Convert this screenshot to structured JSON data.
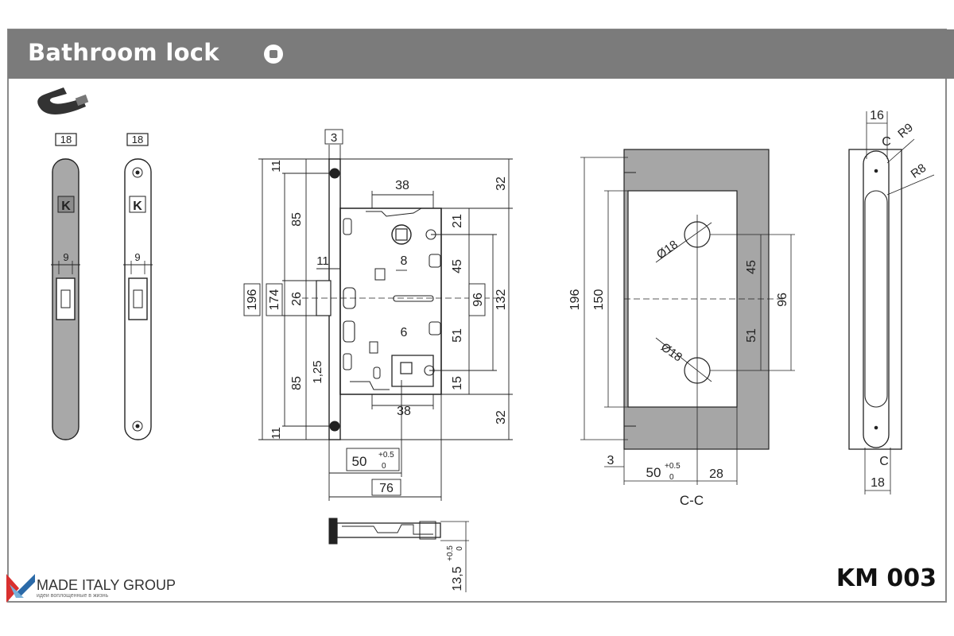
{
  "header": {
    "title": "Bathroom lock",
    "icon": "stop-circle-icon"
  },
  "footer": {
    "brand_name": "MADE ITALY GROUP",
    "brand_tagline": "идеи воплощенные в жизнь",
    "model": "KM 003"
  },
  "colors": {
    "header_bg": "#7b7b7b",
    "plate_fill": "#a8a8a8",
    "section_fill": "#a6a6a6"
  },
  "faceplates": {
    "width_label": "18",
    "strike_label": "9",
    "logo_letter": "K"
  },
  "front_view": {
    "top_box": "3",
    "hub_spacing": "38",
    "hub_gap": "8",
    "latch_offset": "11",
    "bolt_gap": "6",
    "bottom_spacing": "38",
    "left_top": "11",
    "left_85a": "85",
    "left_26": "26",
    "left_85b": "85",
    "left_bottom": "11",
    "left_125": "1,25",
    "box_196": "196",
    "box_174": "174",
    "right_32a": "32",
    "right_21": "21",
    "right_45": "45",
    "right_51": "51",
    "right_15": "15",
    "right_32b": "32",
    "box_96": "96",
    "right_132": "132",
    "backset": "50",
    "backset_tol_upper": "+0.5",
    "backset_tol_lower": "0",
    "depth_box": "76"
  },
  "side_view": {
    "thickness": "13,5",
    "tol_upper": "+0.5",
    "tol_lower": "0"
  },
  "section_view": {
    "h196": "196",
    "h150": "150",
    "d18_top": "Ø18",
    "d18_bottom": "Ø18",
    "d45": "45",
    "d51": "51",
    "d96": "96",
    "d3": "3",
    "backset": "50",
    "tol_upper": "+0.5",
    "tol_lower": "0",
    "d28": "28",
    "label": "C-C"
  },
  "strike_view": {
    "width_top": "16",
    "c_top": "C",
    "r9": "R9",
    "r8": "R8",
    "c_bottom": "C",
    "width_bottom": "18"
  }
}
